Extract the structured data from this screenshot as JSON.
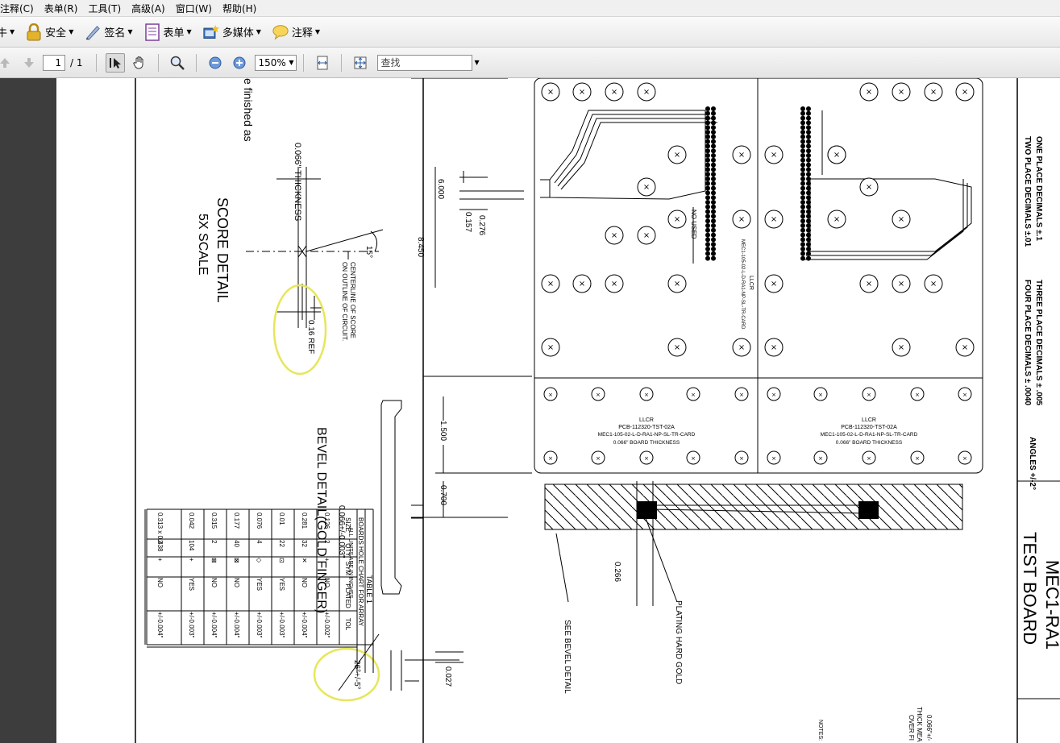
{
  "menu": {
    "items": [
      "注释(C)",
      "表单(R)",
      "工具(T)",
      "高级(A)",
      "窗口(W)",
      "帮助(H)"
    ]
  },
  "toolbar": {
    "cut_label": "牛",
    "security_label": "安全",
    "sign_label": "签名",
    "forms_label": "表单",
    "multimedia_label": "多媒体",
    "comment_label": "注释"
  },
  "nav": {
    "page_current": "1",
    "page_total": "/ 1",
    "zoom": "150%",
    "search_placeholder": "查找"
  },
  "drawing": {
    "finished_text": "e finished as",
    "thickness": "0.066\" THICKNESS",
    "score_detail": "SCORE DETAIL",
    "score_scale": "5X SCALE",
    "angle_15": "15°",
    "centerline_1": "CENTERLINE OF SCORE",
    "centerline_2": "ON OUTLINE OF CIRCUIT.",
    "ref": "0.16 REF",
    "dim_6000": "6.000",
    "dim_0157": "0.157",
    "dim_0276": "0.276",
    "dim_8450": "8.450",
    "dim_1500": "1.500",
    "dim_0700": "0.700",
    "dim_0027": "0.027",
    "dim_0266": "0.266",
    "bevel_detail": "BEVEL DETAIL(GOLD FINGER)",
    "bevel_thick": "0.066+/-0.003\"",
    "bevel_angle": "26°+/-5°",
    "see_bevel": "SEE BEVEL DETAIL",
    "plating": "PLATING HARD GOLD",
    "not_used": "NO USED",
    "llcr": "LLCR",
    "pcb_part": "PCB-112320-TST-02A",
    "board_part": "MEC1-105-02-L-D-RA1-NP-SL-TR-CARD",
    "board_thickness": "0.066\" BOARD THICKNESS",
    "tol_one": "ONE PLACE DECIMALS ±.1",
    "tol_two": "TWO PLACE DECIMALS ±.01",
    "tol_three": "THREE PLACE DECIMALS ± .005",
    "tol_four": "FOUR PLACE DECIMALS ± .0040",
    "angles": "ANGLES +/-2°",
    "title_1": "MEC1-RA1",
    "title_2": "TEST BOARD",
    "thick_meas": "0.066\"+/-",
    "thick_meas2": "THICK MEA",
    "thick_meas3": "OVER FI",
    "notes": "NOTES:"
  },
  "table": {
    "title": "TABLE 1",
    "subtitle": "BOARDS HOLE CHART FOR ARRAY",
    "units": "ALL UNITS ARE IN INCHES",
    "headers": [
      "SIZE",
      "QTY",
      "SYM",
      "PLATED",
      "TOL"
    ],
    "rows": [
      [
        "0.126",
        "2",
        "+",
        "NO",
        "+/-0.002\""
      ],
      [
        "0.281",
        "32",
        "✕",
        "NO",
        "+/-0.004\""
      ],
      [
        "0.01",
        "22",
        "⊡",
        "YES",
        "+/-0.003\""
      ],
      [
        "0.076",
        "4",
        "◇",
        "YES",
        "+/-0.003\""
      ],
      [
        "0.177",
        "40",
        "⊠",
        "NO",
        "+/-0.004\""
      ],
      [
        "0.315",
        "2",
        "⊠",
        "NO",
        "+/-0.004\""
      ],
      [
        "0.042",
        "104",
        "+",
        "YES",
        "+/-0.003\""
      ],
      [
        "0.313 x 0.438",
        "2",
        "+",
        "NO",
        "+/-0.004\""
      ]
    ]
  },
  "colors": {
    "highlight": "#f0f07a",
    "toolbar_bg": "#ececec",
    "sidebar": "#3d3d3d"
  }
}
